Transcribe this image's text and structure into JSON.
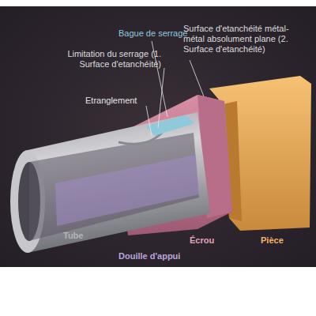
{
  "diagram": {
    "labels": [
      "Bague de serrage",
      "Surface d'etanchéité métal-métal absolument plane (2. Surface d'etanchéité)",
      "Limitation du serrage (1. Surface d'etanchéité)",
      "Etranglement",
      "Tube",
      "Écrou",
      "Pièce",
      "Douille d'appui"
    ]
  }
}
